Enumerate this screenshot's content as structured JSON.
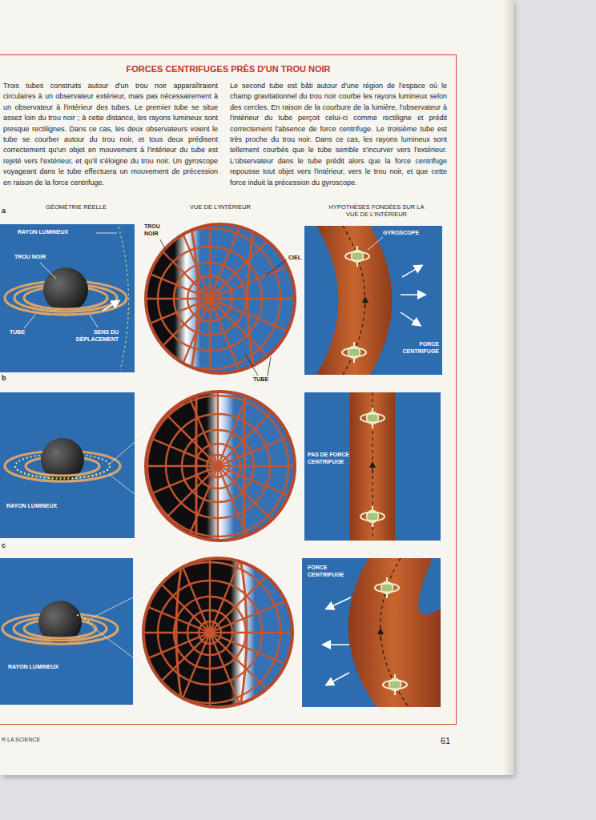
{
  "diagram": {
    "title": "FORCES CENTRIFUGES PRÈS D'UN TROU NOIR",
    "nodes": [
      {
        "text": [
          "RAYON LUMINEUX",
          "TROU NOIR",
          "TUBE",
          "SENS DU DÉPLACEMENT"
        ]
      },
      {
        "text": [
          "GYROSCOPE",
          "FORCE CENTRIFUGE"
        ]
      },
      {
        "text": [
          "RAYON LUMINEUX"
        ]
      },
      {
        "text": [
          "PAS DE FORCE CENTRIFUGE"
        ]
      },
      {
        "text": [
          "RAYON LUMINEUX"
        ]
      },
      {
        "text": [
          "FORCE CENTRIFUGE"
        ]
      }
    ],
    "labels": [
      "Trois tubes construits autour d'un trou noir apparaîtraient circulaires à un observateur extérieur, mais pas nécessairement à un observateur à l'intérieur des tubes. Le premier tube se situe assez loin du trou noir ; à cette distance, les rayons lumineux sont presque rectilignes. Dans ce cas, les deux observateurs voient le tube se courber autour du trou noir, et tous deux prédisent correctement qu'un objet en mouvement à l'intérieur du tube est rejeté vers l'extérieur, et qu'il s'éloigne du trou noir. Un gyroscope voyageant dans le tube effectuera un mouvement de précession en raison de la force centrifuge.",
      "Le second tube est bâti autour d'une région de l'espace où le champ gravitationnel du trou noir courbe les rayons lumineux selon des cercles. En raison de la courbure de la lumière, l'observateur à l'intérieur du tube perçoit celui-ci comme rectiligne et prédit correctement l'absence de force centrifuge. Le troisième tube est très proche du trou noir. Dans ce cas, les rayons lumineux sont tellement courbés que le tube semble s'incurver vers l'extérieur. L'observateur dans le tube prédit alors que la force centrifuge repousse tout objet vers l'intérieur, vers le trou noir, et que cette force induit la précession du gyroscope.",
      "GÉOMÉTRIE RÉELLE",
      "VUE DE L'INTÉRIEUR",
      "HYPOTHÈSES FONDÉES SUR LA VUE DE L'INTÉRIEUR",
      "TROU NOIR",
      "CIEL",
      "TUBE",
      "a",
      "b",
      "c",
      "R LA SCIENCE",
      "61"
    ]
  }
}
